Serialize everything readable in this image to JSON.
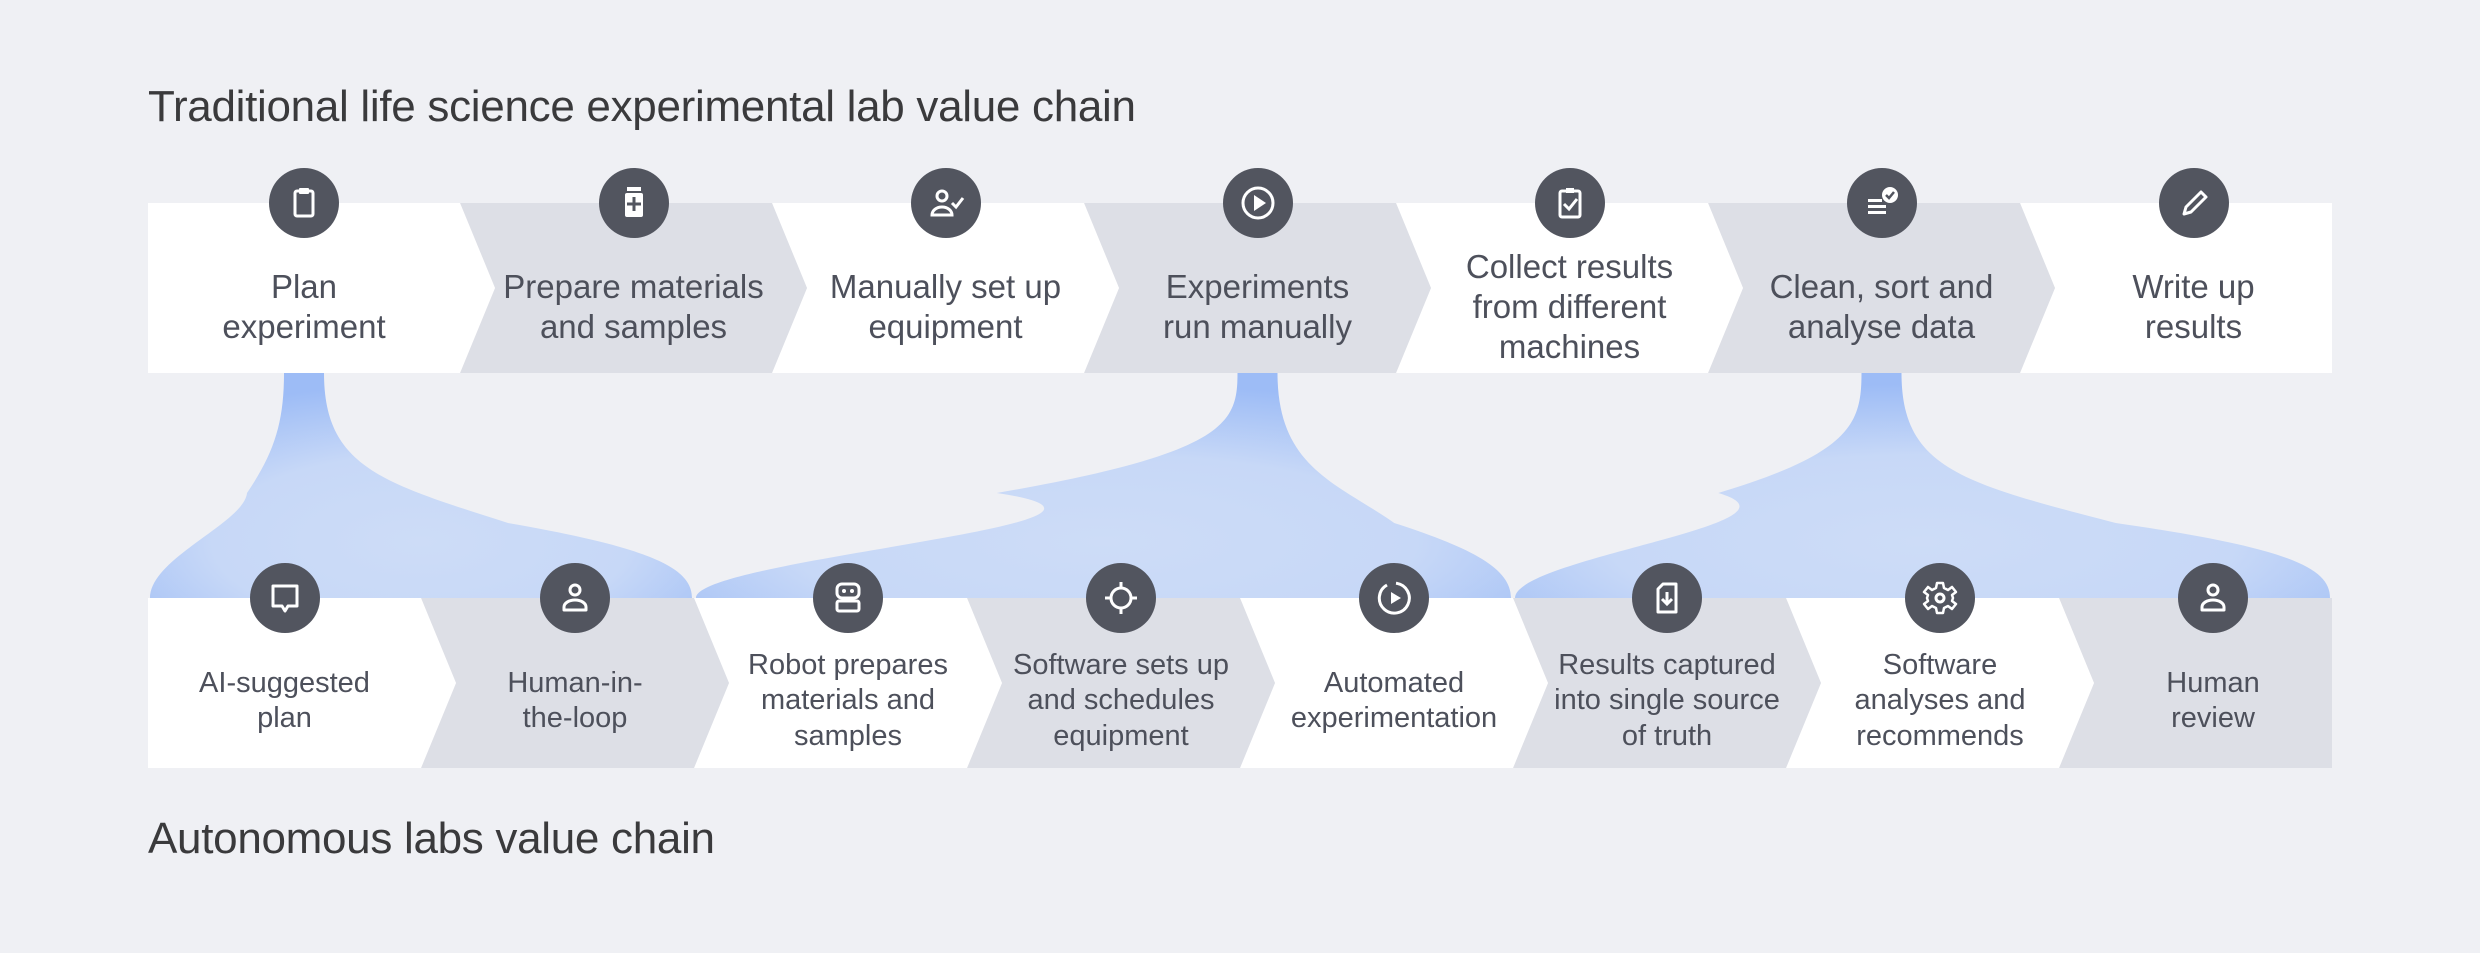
{
  "titles": {
    "traditional": "Traditional life science experimental lab value chain",
    "autonomous": "Autonomous labs value chain"
  },
  "colors": {
    "background": "#eff0f4",
    "segment_light": "#ffffff",
    "segment_dark": "#dddfe6",
    "icon_circle": "#52555f",
    "funnel_blue": "#a6c3f7",
    "funnel_blue_light": "#cddcf7",
    "text": "#4d505b"
  },
  "traditional_steps": [
    {
      "label": "Plan experiment",
      "lines": [
        "Plan",
        "experiment"
      ],
      "icon": "clipboard-icon"
    },
    {
      "label": "Prepare materials and samples",
      "lines": [
        "Prepare materials",
        "and samples"
      ],
      "icon": "medicine-bottle-icon"
    },
    {
      "label": "Manually set up equipment",
      "lines": [
        "Manually set up",
        "equipment"
      ],
      "icon": "person-check-icon"
    },
    {
      "label": "Experiments run manually",
      "lines": [
        "Experiments",
        "run manually"
      ],
      "icon": "play-circle-icon"
    },
    {
      "label": "Collect results from different machines",
      "lines": [
        "Collect results",
        "from different",
        "machines"
      ],
      "icon": "clipboard-check-icon"
    },
    {
      "label": "Clean, sort and analyse data",
      "lines": [
        "Clean, sort and",
        "analyse data"
      ],
      "icon": "list-check-icon"
    },
    {
      "label": "Write up results",
      "lines": [
        "Write up",
        "results"
      ],
      "icon": "pencil-icon"
    }
  ],
  "autonomous_steps": [
    {
      "label": "AI-suggested plan",
      "lines": [
        "AI-suggested",
        "plan"
      ],
      "icon": "chat-bubble-icon"
    },
    {
      "label": "Human-in-the-loop",
      "lines": [
        "Human-in-",
        "the-loop"
      ],
      "icon": "person-icon"
    },
    {
      "label": "Robot prepares materials and samples",
      "lines": [
        "Robot prepares",
        "materials and",
        "samples"
      ],
      "icon": "robot-icon"
    },
    {
      "label": "Software sets up and schedules equipment",
      "lines": [
        "Software sets up",
        "and schedules",
        "equipment"
      ],
      "icon": "crosshair-icon"
    },
    {
      "label": "Automated experimentation",
      "lines": [
        "Automated",
        "experimentation"
      ],
      "icon": "play-refresh-icon"
    },
    {
      "label": "Results captured into single source of truth",
      "lines": [
        "Results captured",
        "into single source",
        "of truth"
      ],
      "icon": "file-download-icon"
    },
    {
      "label": "Software analyses and recommends",
      "lines": [
        "Software",
        "analyses and",
        "recommends"
      ],
      "icon": "gear-icon"
    },
    {
      "label": "Human review",
      "lines": [
        "Human",
        "review"
      ],
      "icon": "person-icon"
    }
  ],
  "funnels": [
    {
      "from_traditional_step": 0,
      "to_autonomous_steps": [
        0,
        1
      ]
    },
    {
      "from_traditional_step": 3,
      "to_autonomous_steps": [
        2,
        3,
        4
      ]
    },
    {
      "from_traditional_step": 5,
      "to_autonomous_steps": [
        5,
        6,
        7
      ]
    }
  ]
}
